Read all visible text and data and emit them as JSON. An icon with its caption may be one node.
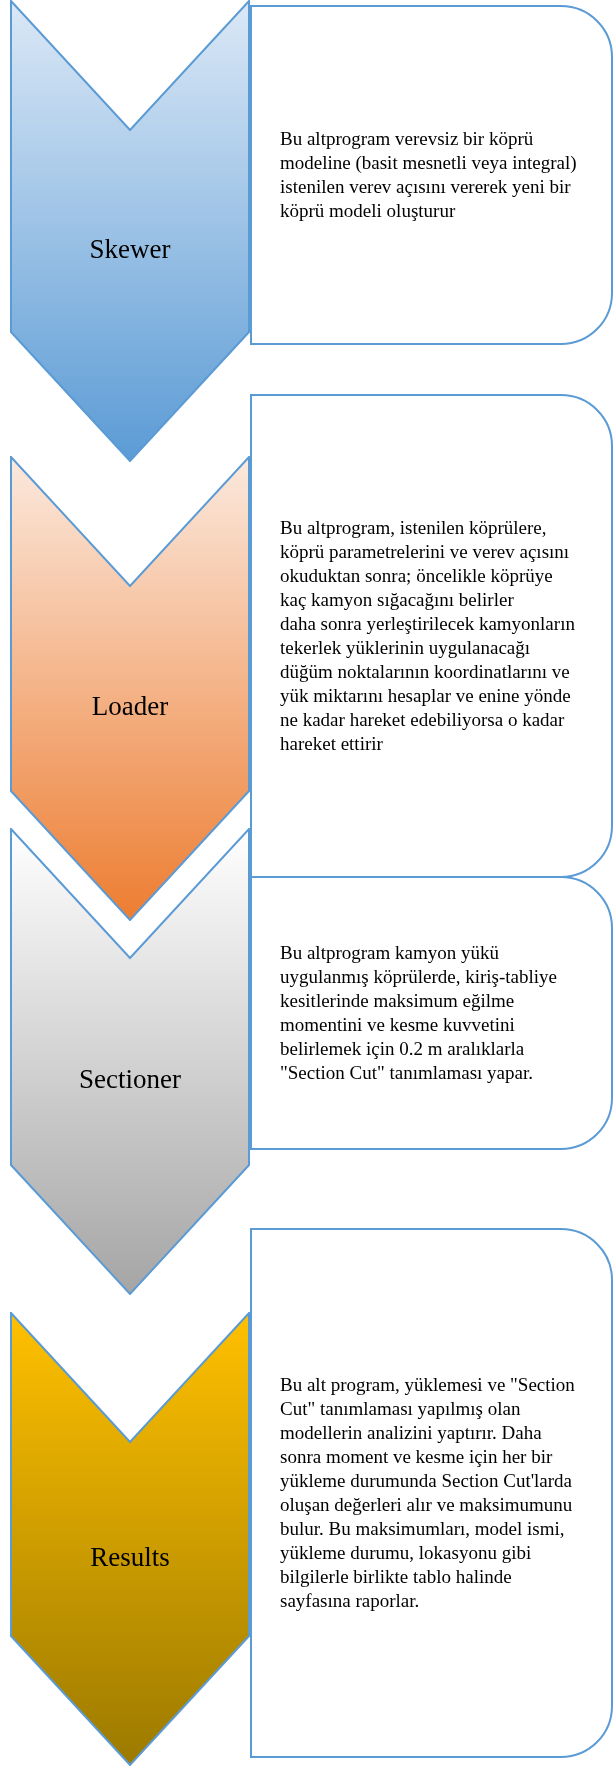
{
  "diagram": {
    "nodes": [
      {
        "text": [
          "Skewer"
        ]
      },
      {
        "text": [
          "Bu altprogram verevsiz bir köprü modeline (basit mesnetli veya integral) istenilen verev açısını vererek yeni bir köprü modeli oluşturur"
        ]
      },
      {
        "text": [
          "Loader"
        ]
      },
      {
        "text": [
          "Bu altprogram, istenilen köprülere, köprü parametrelerini ve verev açısını okuduktan sonra; öncelikle köprüye kaç kamyon sığacağını belirler",
          "daha sonra yerleştirilecek kamyonların tekerlek yüklerinin uygulanacağı düğüm noktalarının koordinatlarını ve yük miktarını hesaplar ve enine yönde ne kadar hareket edebiliyorsa o kadar hareket ettirir"
        ]
      },
      {
        "text": [
          "Sectioner"
        ]
      },
      {
        "text": [
          "Bu altprogram kamyon yükü uygulanmış köprülerde, kiriş-tabliye kesitlerinde maksimum eğilme momentini ve kesme kuvvetini belirlemek için 0.2 m aralıklarla \"Section Cut\" tanımlaması yapar."
        ]
      },
      {
        "text": [
          "Results"
        ]
      },
      {
        "text": [
          "Bu alt program, yüklemesi ve \"Section Cut\" tanımlaması yapılmış olan modellerin analizini yaptırır. Daha sonra moment ve kesme için her bir yükleme durumunda Section Cut'larda oluşan değerleri alır ve maksimumunu bulur. Bu maksimumları, model ismi, yükleme durumu, lokasyonu gibi bilgilerle birlikte tablo halinde sayfasına raporlar."
        ]
      }
    ]
  }
}
